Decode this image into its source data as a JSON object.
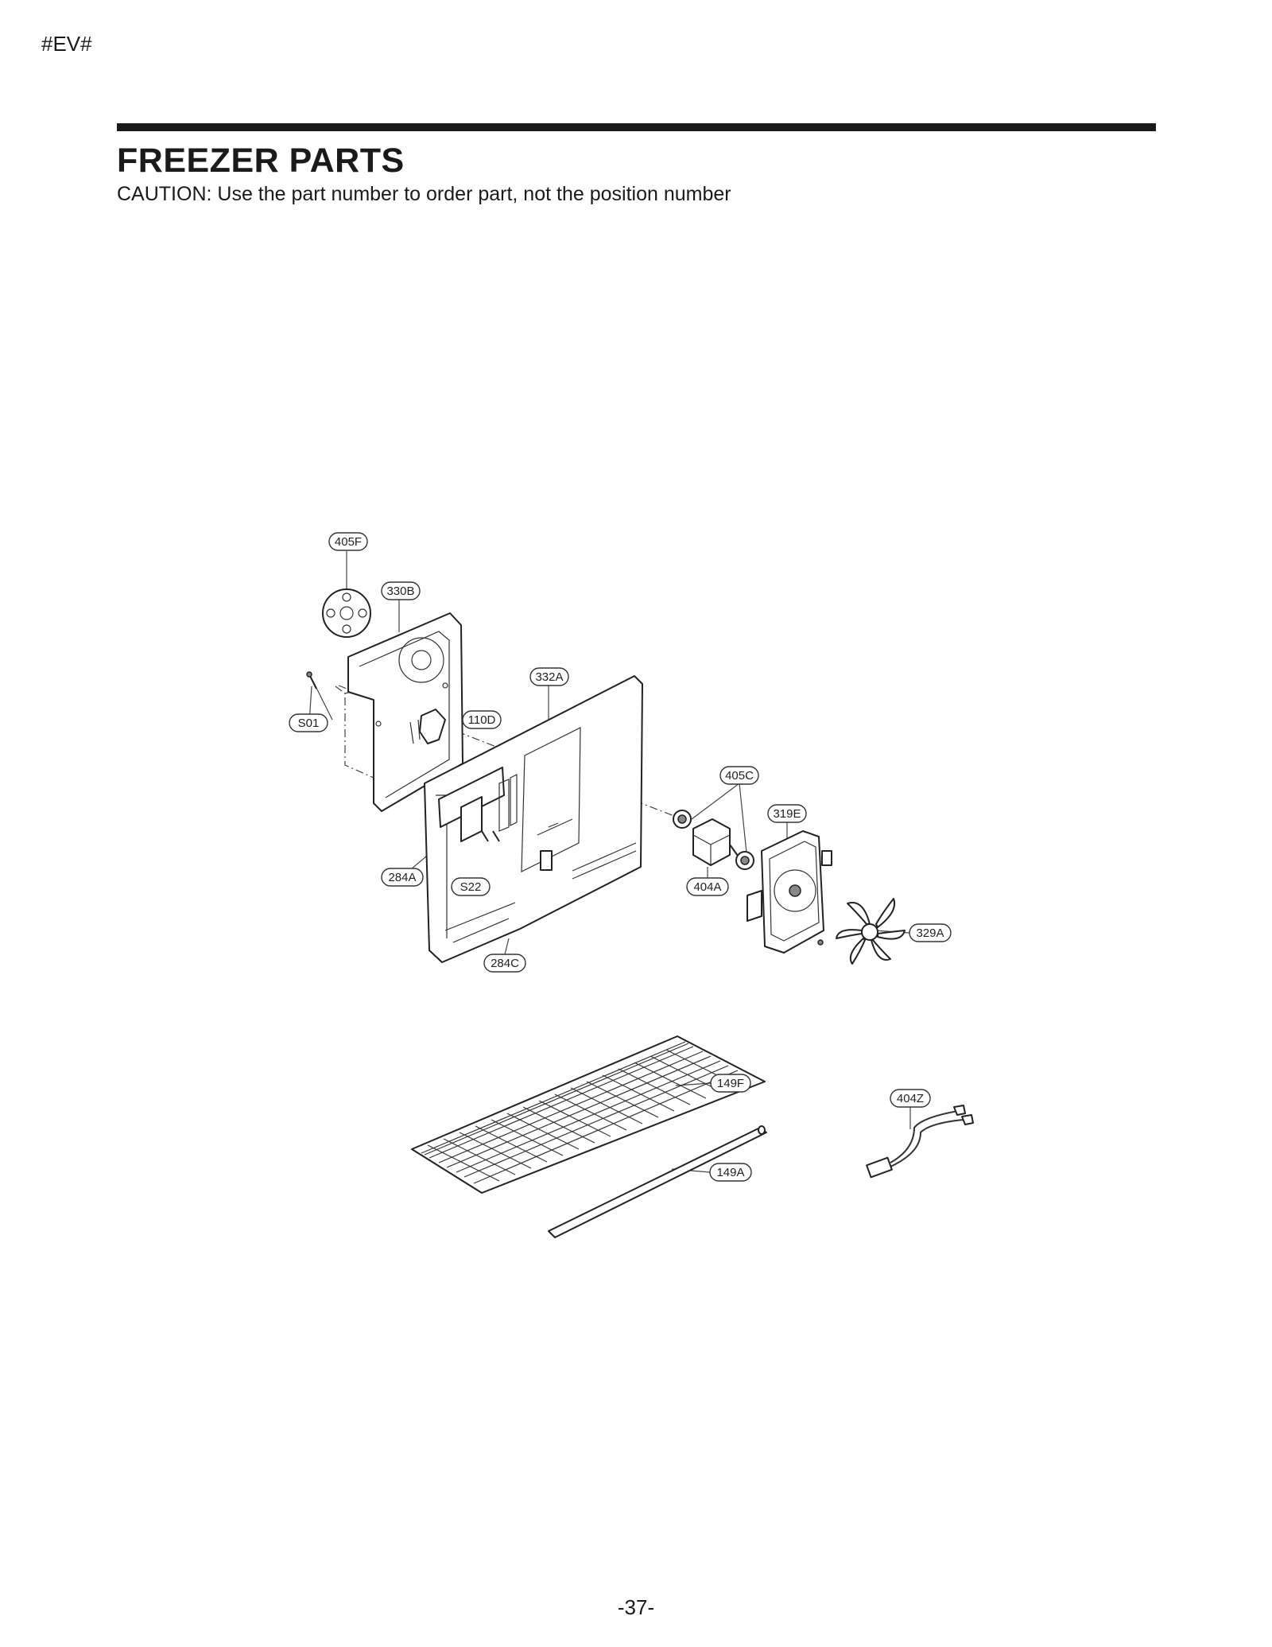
{
  "header": {
    "code": "#EV#"
  },
  "section": {
    "title": "FREEZER PARTS",
    "caution": "CAUTION: Use the part number to order part, not the position number"
  },
  "callouts": [
    {
      "id": "405F"
    },
    {
      "id": "330B"
    },
    {
      "id": "S01"
    },
    {
      "id": "110D"
    },
    {
      "id": "332A"
    },
    {
      "id": "405C"
    },
    {
      "id": "319E"
    },
    {
      "id": "284A"
    },
    {
      "id": "S22"
    },
    {
      "id": "404A"
    },
    {
      "id": "329A"
    },
    {
      "id": "284C"
    },
    {
      "id": "149F"
    },
    {
      "id": "404Z"
    },
    {
      "id": "149A"
    }
  ],
  "footer": {
    "page_number": "-37-"
  }
}
